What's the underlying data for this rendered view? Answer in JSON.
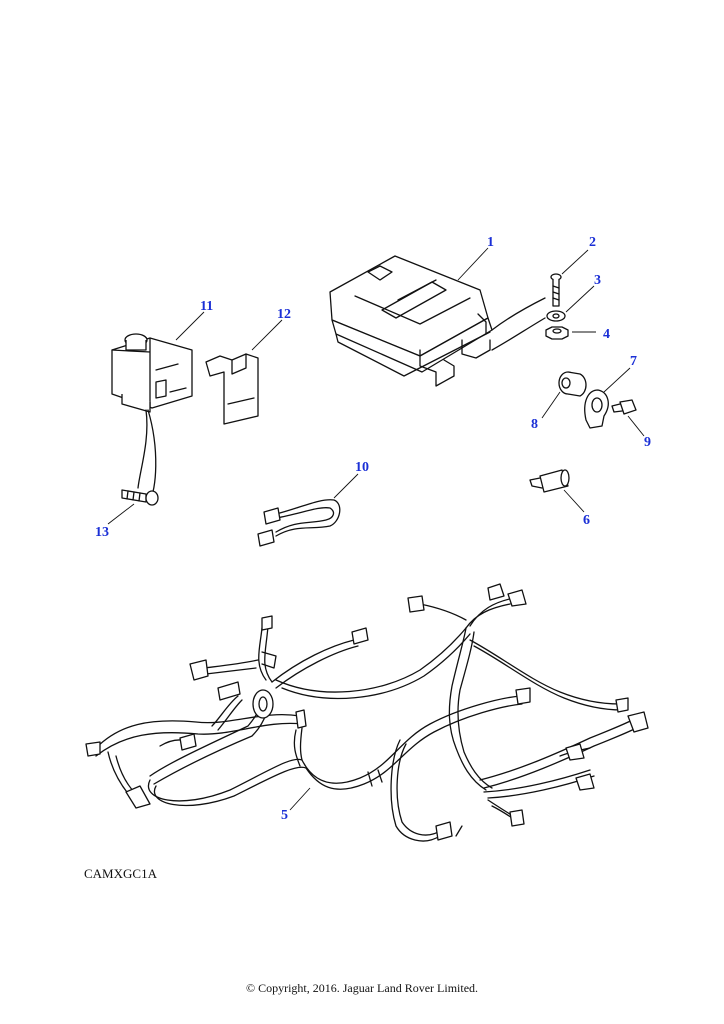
{
  "diagram": {
    "reference_code": "CAMXGC1A",
    "copyright": "© Copyright, 2016. Jaguar Land Rover Limited.",
    "callouts": [
      "1",
      "2",
      "3",
      "4",
      "5",
      "6",
      "7",
      "8",
      "9",
      "10",
      "11",
      "12",
      "13"
    ],
    "callout_color": "#1a2fd6"
  }
}
